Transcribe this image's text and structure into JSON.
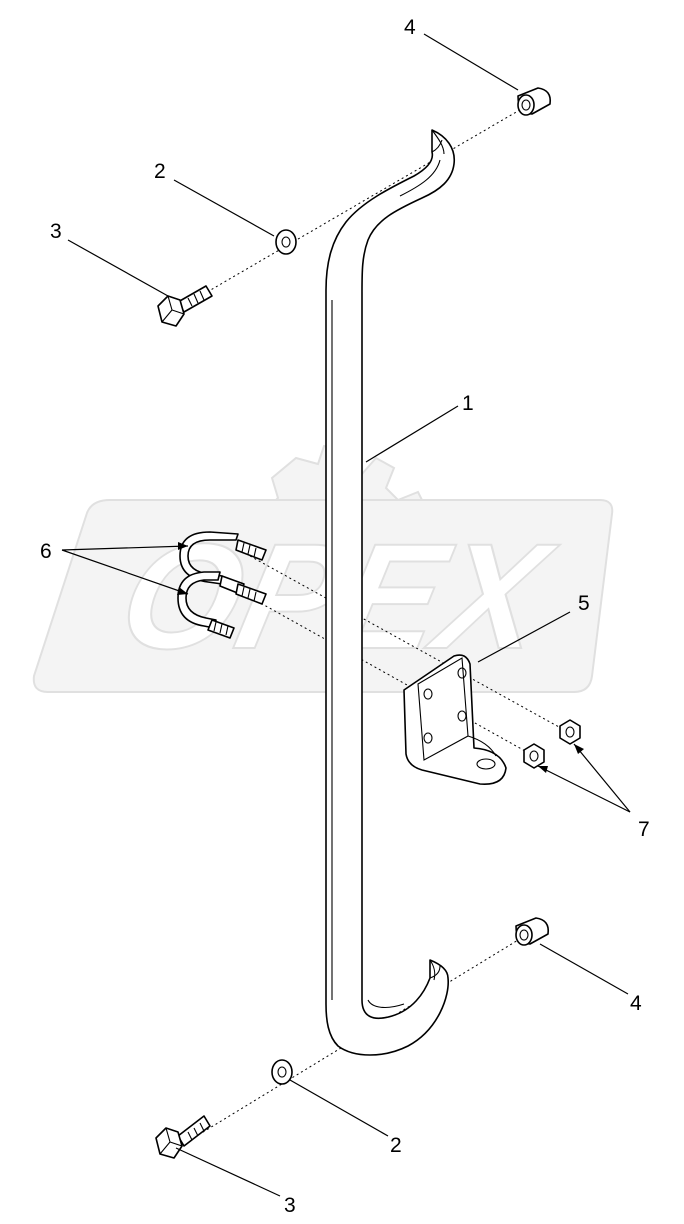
{
  "watermark": {
    "text": "OPEX",
    "fill_color": "#f4f4f4",
    "stroke_color": "#e0e0e0"
  },
  "corner_mark": "",
  "callouts": {
    "handle_bar": "1",
    "washer_top": "2",
    "washer_bottom": "2",
    "bolt_top": "3",
    "bolt_bottom": "3",
    "spacer_top": "4",
    "spacer_bottom": "4",
    "bracket": "5",
    "u_bolts": "6",
    "nuts": "7"
  },
  "parts": [
    {
      "callout": "1",
      "icon": "handle-bar-icon"
    },
    {
      "callout": "2",
      "icon": "flat-washer-icon"
    },
    {
      "callout": "3",
      "icon": "hex-bolt-icon"
    },
    {
      "callout": "4",
      "icon": "spacer-bushing-icon"
    },
    {
      "callout": "5",
      "icon": "mounting-bracket-icon"
    },
    {
      "callout": "6",
      "icon": "u-bolt-icon"
    },
    {
      "callout": "7",
      "icon": "hex-nut-icon"
    }
  ]
}
